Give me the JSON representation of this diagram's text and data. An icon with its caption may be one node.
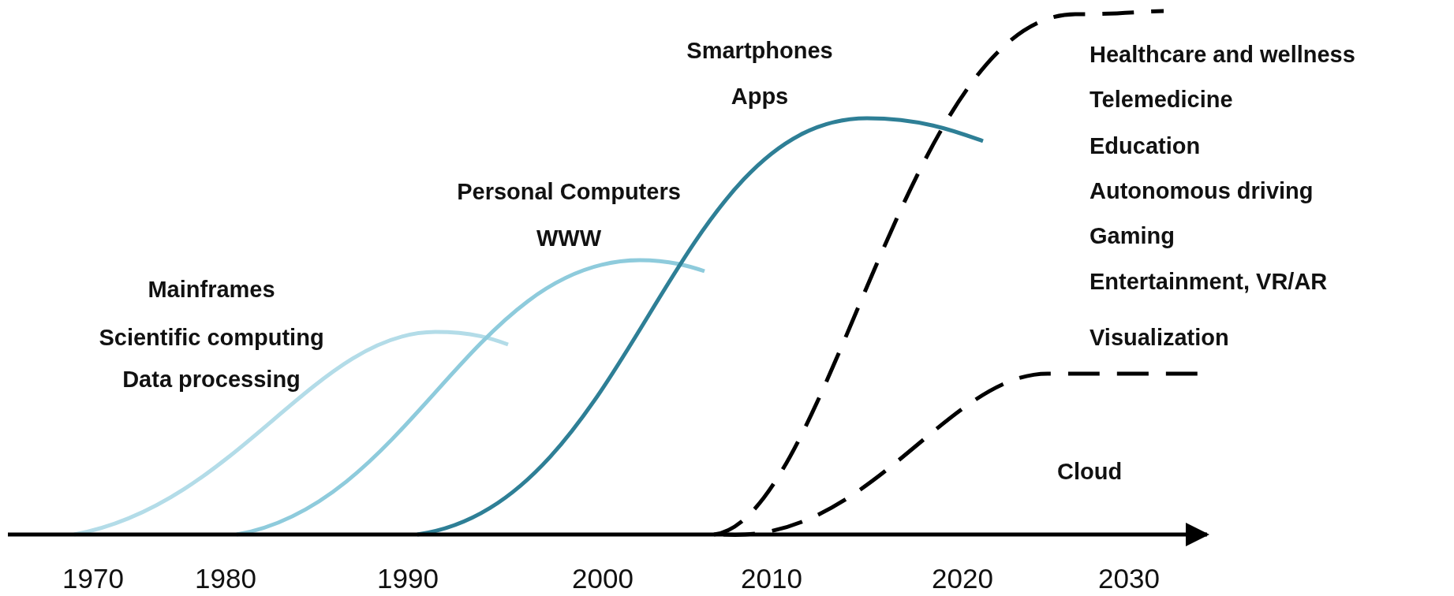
{
  "diagram": {
    "labels": [
      "Smartphones",
      "Apps",
      "Healthcare and wellness",
      "Telemedicine",
      "Education",
      "Autonomous driving",
      "Gaming",
      "Entertainment, VR/AR",
      "Visualization",
      "Personal Computers",
      "WWW",
      "Mainframes",
      "Scientific computing",
      "Data processing",
      "Cloud",
      "1970",
      "1980",
      "1990",
      "2000",
      "2010",
      "2020",
      "2030"
    ]
  }
}
